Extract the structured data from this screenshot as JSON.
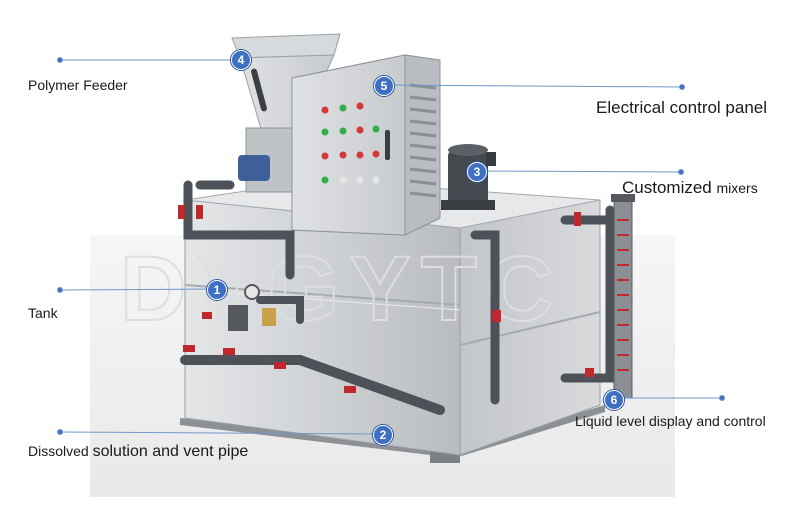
{
  "callouts": [
    {
      "number": "1",
      "label": "Tank"
    },
    {
      "number": "2",
      "label_small": "Dissolved ",
      "label_large": "solution and vent pipe"
    },
    {
      "number": "3",
      "label_large": "Customized ",
      "label_small": "mixers"
    },
    {
      "number": "4",
      "label": "Polymer Feeder"
    },
    {
      "number": "5",
      "label": "Electrical control panel"
    },
    {
      "number": "6",
      "label": "Liquid level display and control"
    }
  ],
  "watermark": "DYGYTC",
  "colors": {
    "callout_badge": "#3f6fc2",
    "leader_line": "#6f98c8",
    "pipe": "#4d5258",
    "valve": "#c0282d",
    "steel": "#c9ccce"
  }
}
